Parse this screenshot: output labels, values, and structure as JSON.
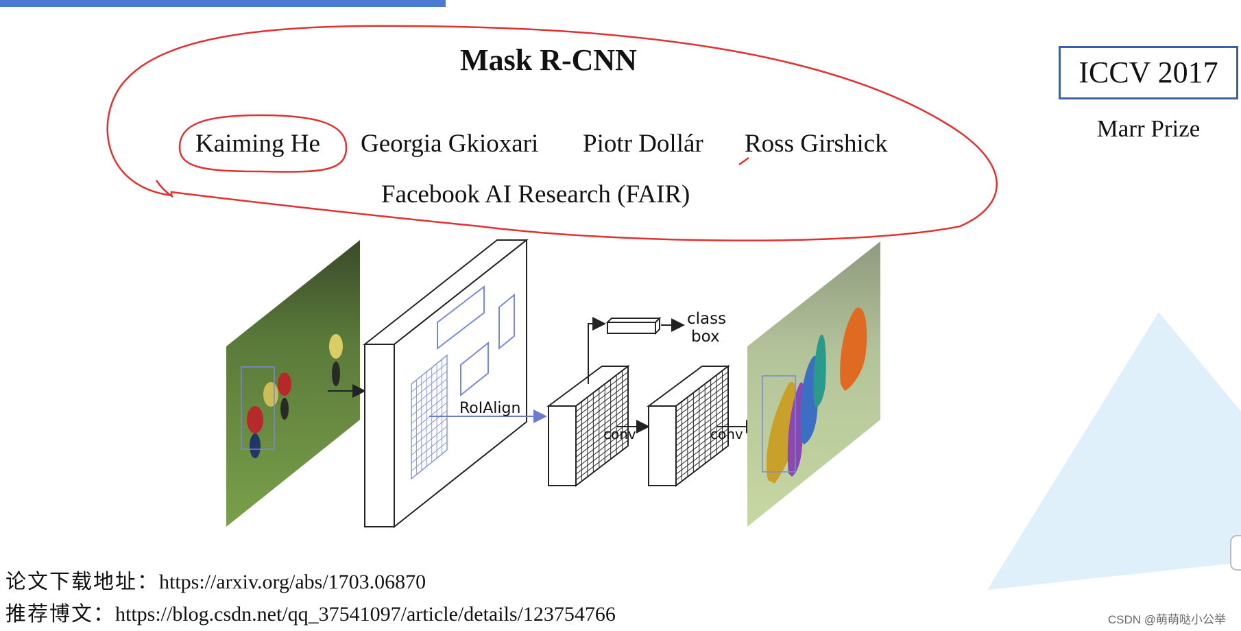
{
  "title": "Mask R-CNN",
  "authors": [
    "Kaiming He",
    "Georgia Gkioxari",
    "Piotr Dollár",
    "Ross Girshick"
  ],
  "affiliation": "Facebook AI Research (FAIR)",
  "conference": "ICCV 2017",
  "award": "Marr Prize",
  "diagram": {
    "roialign_label": "RoIAlign",
    "conv_label_1": "conv",
    "conv_label_2": "conv",
    "class_label": "class",
    "box_label": "box"
  },
  "links": {
    "paper_label": "论文下载地址：",
    "paper_url": "https://arxiv.org/abs/1703.06870",
    "blog_label": "推荐博文：",
    "blog_url": "https://blog.csdn.net/qq_37541097/article/details/123754766"
  },
  "watermark": "CSDN @萌萌哒小公举",
  "colors": {
    "annotation_red": "#e03030",
    "accent_blue": "#4a7bd0",
    "grid_blue": "#7a88d8",
    "triangle_blue": "#dbeefa"
  }
}
